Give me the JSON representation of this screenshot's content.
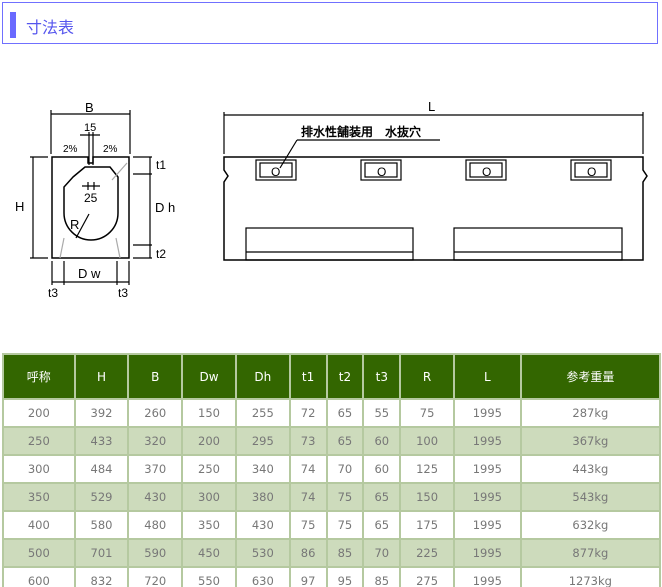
{
  "title": "寸法表",
  "diagram": {
    "cross_section": {
      "B": "B",
      "top_gap": "15",
      "slope_left": "2%",
      "slope_right": "2%",
      "inner_width": "25",
      "R": "R",
      "H": "H",
      "Dh": "D h",
      "Dw": "D w",
      "t1": "t1",
      "t2": "t2",
      "t3_left": "t3",
      "t3_right": "t3"
    },
    "side_view": {
      "L": "L",
      "hole_label": "排水性舗装用　水抜穴",
      "hole_marks": [
        "O",
        "O",
        "O",
        "O"
      ]
    }
  },
  "table": {
    "headers": [
      "呼称",
      "H",
      "B",
      "Dw",
      "Dh",
      "t1",
      "t2",
      "t3",
      "R",
      "L",
      "参考重量"
    ],
    "rows": [
      [
        "200",
        "392",
        "260",
        "150",
        "255",
        "72",
        "65",
        "55",
        "75",
        "1995",
        "287kg"
      ],
      [
        "250",
        "433",
        "320",
        "200",
        "295",
        "73",
        "65",
        "60",
        "100",
        "1995",
        "367kg"
      ],
      [
        "300",
        "484",
        "370",
        "250",
        "340",
        "74",
        "70",
        "60",
        "125",
        "1995",
        "443kg"
      ],
      [
        "350",
        "529",
        "430",
        "300",
        "380",
        "74",
        "75",
        "65",
        "150",
        "1995",
        "543kg"
      ],
      [
        "400",
        "580",
        "480",
        "350",
        "430",
        "75",
        "75",
        "65",
        "175",
        "1995",
        "632kg"
      ],
      [
        "500",
        "701",
        "590",
        "450",
        "530",
        "86",
        "85",
        "70",
        "225",
        "1995",
        "877kg"
      ],
      [
        "600",
        "832",
        "720",
        "550",
        "630",
        "97",
        "95",
        "85",
        "275",
        "1995",
        "1273kg"
      ]
    ]
  }
}
